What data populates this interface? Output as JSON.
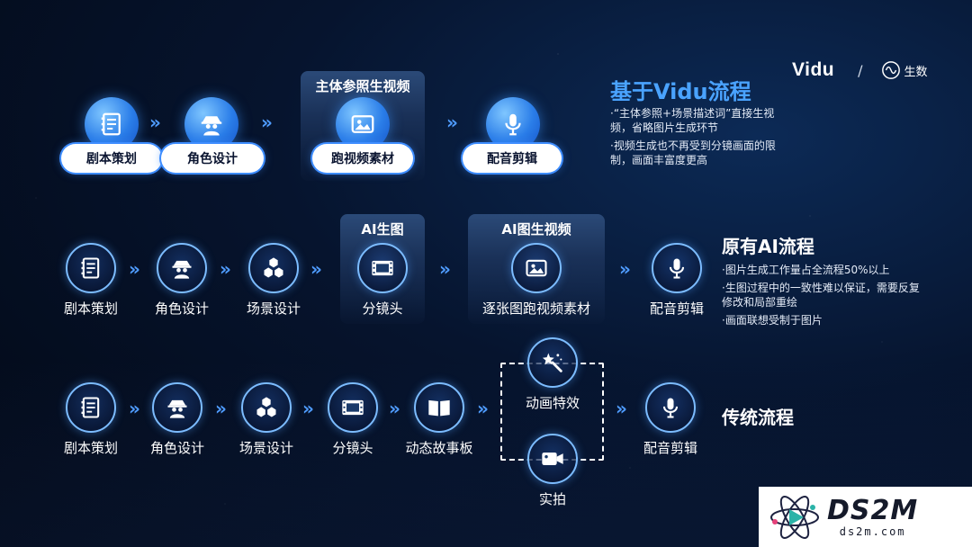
{
  "brand": {
    "vidu": "Vidu",
    "slash": "/",
    "shengshu": "生数"
  },
  "vidu_flow": {
    "heading": "基于Vidu流程",
    "panel_title": "主体参照生视频",
    "nodes": [
      {
        "label": "剧本策划",
        "icon": "script-icon"
      },
      {
        "label": "角色设计",
        "icon": "detective-icon"
      },
      {
        "label": "跑视频素材",
        "icon": "image-icon"
      },
      {
        "label": "配音剪辑",
        "icon": "microphone-icon"
      }
    ],
    "notes": [
      "·“主体参照+场景描述词”直接生视频，省略图片生成环节",
      "·视频生成也不再受到分镜画面的限制，画面丰富度更高"
    ]
  },
  "ai_flow": {
    "heading": "原有AI流程",
    "panel_titles": [
      "AI生图",
      "AI图生视频"
    ],
    "nodes": [
      {
        "label": "剧本策划",
        "icon": "script-icon"
      },
      {
        "label": "角色设计",
        "icon": "detective-icon"
      },
      {
        "label": "场景设计",
        "icon": "cubes-icon"
      },
      {
        "label": "分镜头",
        "icon": "film-icon"
      },
      {
        "label": "逐张图跑视频素材",
        "icon": "image-icon"
      },
      {
        "label": "配音剪辑",
        "icon": "microphone-icon"
      }
    ],
    "notes": [
      "·图片生成工作量占全流程50%以上",
      "·生图过程中的一致性难以保证，需要反复修改和局部重绘",
      "·画面联想受制于图片"
    ]
  },
  "traditional_flow": {
    "heading": "传统流程",
    "nodes": [
      {
        "label": "剧本策划",
        "icon": "script-icon"
      },
      {
        "label": "角色设计",
        "icon": "detective-icon"
      },
      {
        "label": "场景设计",
        "icon": "cubes-icon"
      },
      {
        "label": "分镜头",
        "icon": "film-icon"
      },
      {
        "label": "动态故事板",
        "icon": "book-icon"
      },
      {
        "label": "动画特效",
        "icon": "magic-wand-icon"
      },
      {
        "label": "实拍",
        "icon": "video-camera-icon"
      },
      {
        "label": "配音剪辑",
        "icon": "microphone-icon"
      }
    ]
  },
  "arrow_glyph": "»",
  "watermark": {
    "big": "DS2M",
    "small": "ds2m.com"
  },
  "colors": {
    "accent": "#4aa3ff",
    "ring": "#7cbcff",
    "arrow": "#4f9cff"
  }
}
